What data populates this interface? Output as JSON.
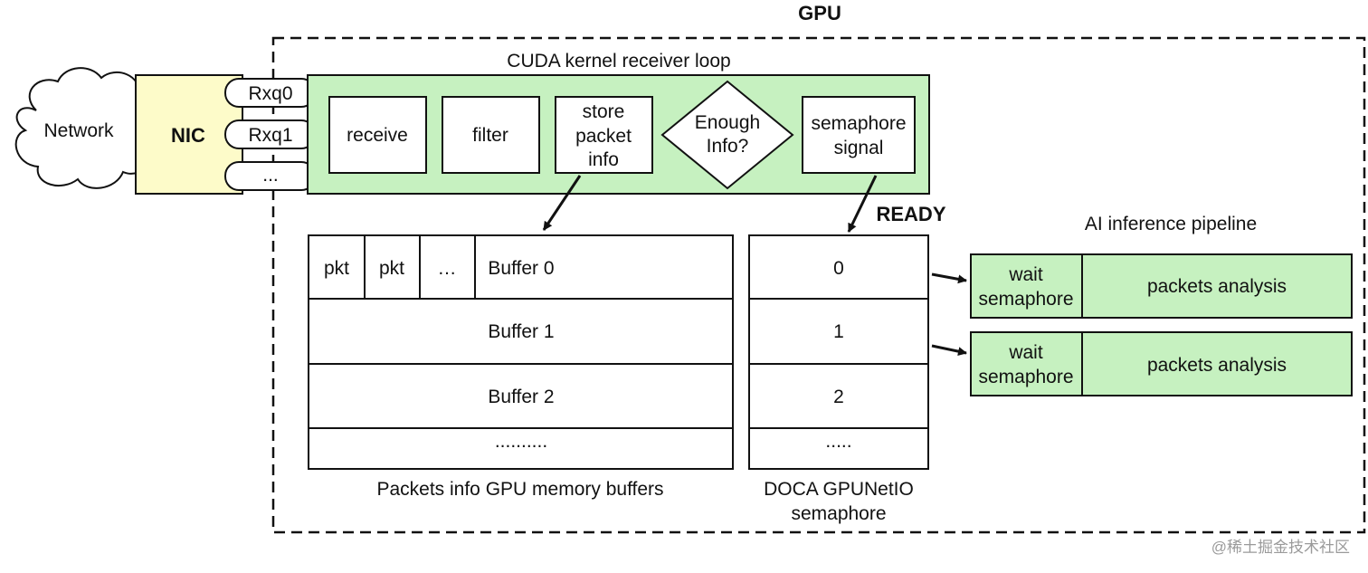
{
  "gpu_label": "GPU",
  "network_label": "Network",
  "nic_label": "NIC",
  "queues": [
    "Rxq0",
    "Rxq1",
    "..."
  ],
  "kernel": {
    "title": "CUDA kernel receiver loop",
    "steps": {
      "receive": "receive",
      "filter": "filter",
      "store": [
        "store",
        "packet",
        "info"
      ],
      "decision": [
        "Enough",
        "Info?"
      ],
      "semaphore_signal": [
        "semaphore",
        "signal"
      ]
    }
  },
  "ready_label": "READY",
  "buffers": {
    "pkt_cells": [
      "pkt",
      "pkt",
      "…"
    ],
    "rows": [
      "Buffer 0",
      "Buffer 1",
      "Buffer 2",
      ".........."
    ],
    "caption": "Packets info GPU memory buffers"
  },
  "semaphore": {
    "rows": [
      "0",
      "1",
      "2",
      "....."
    ],
    "caption": [
      "DOCA GPUNetIO",
      "semaphore"
    ]
  },
  "pipeline": {
    "title": "AI inference pipeline",
    "stages": [
      {
        "wait": [
          "wait",
          "semaphore"
        ],
        "analysis": "packets analysis"
      },
      {
        "wait": [
          "wait",
          "semaphore"
        ],
        "analysis": "packets analysis"
      }
    ]
  },
  "watermark": "@稀土掘金技术社区",
  "colors": {
    "green_fill": "#c6f1c0",
    "yellow_fill": "#fdfbc9",
    "stroke": "#111111"
  }
}
